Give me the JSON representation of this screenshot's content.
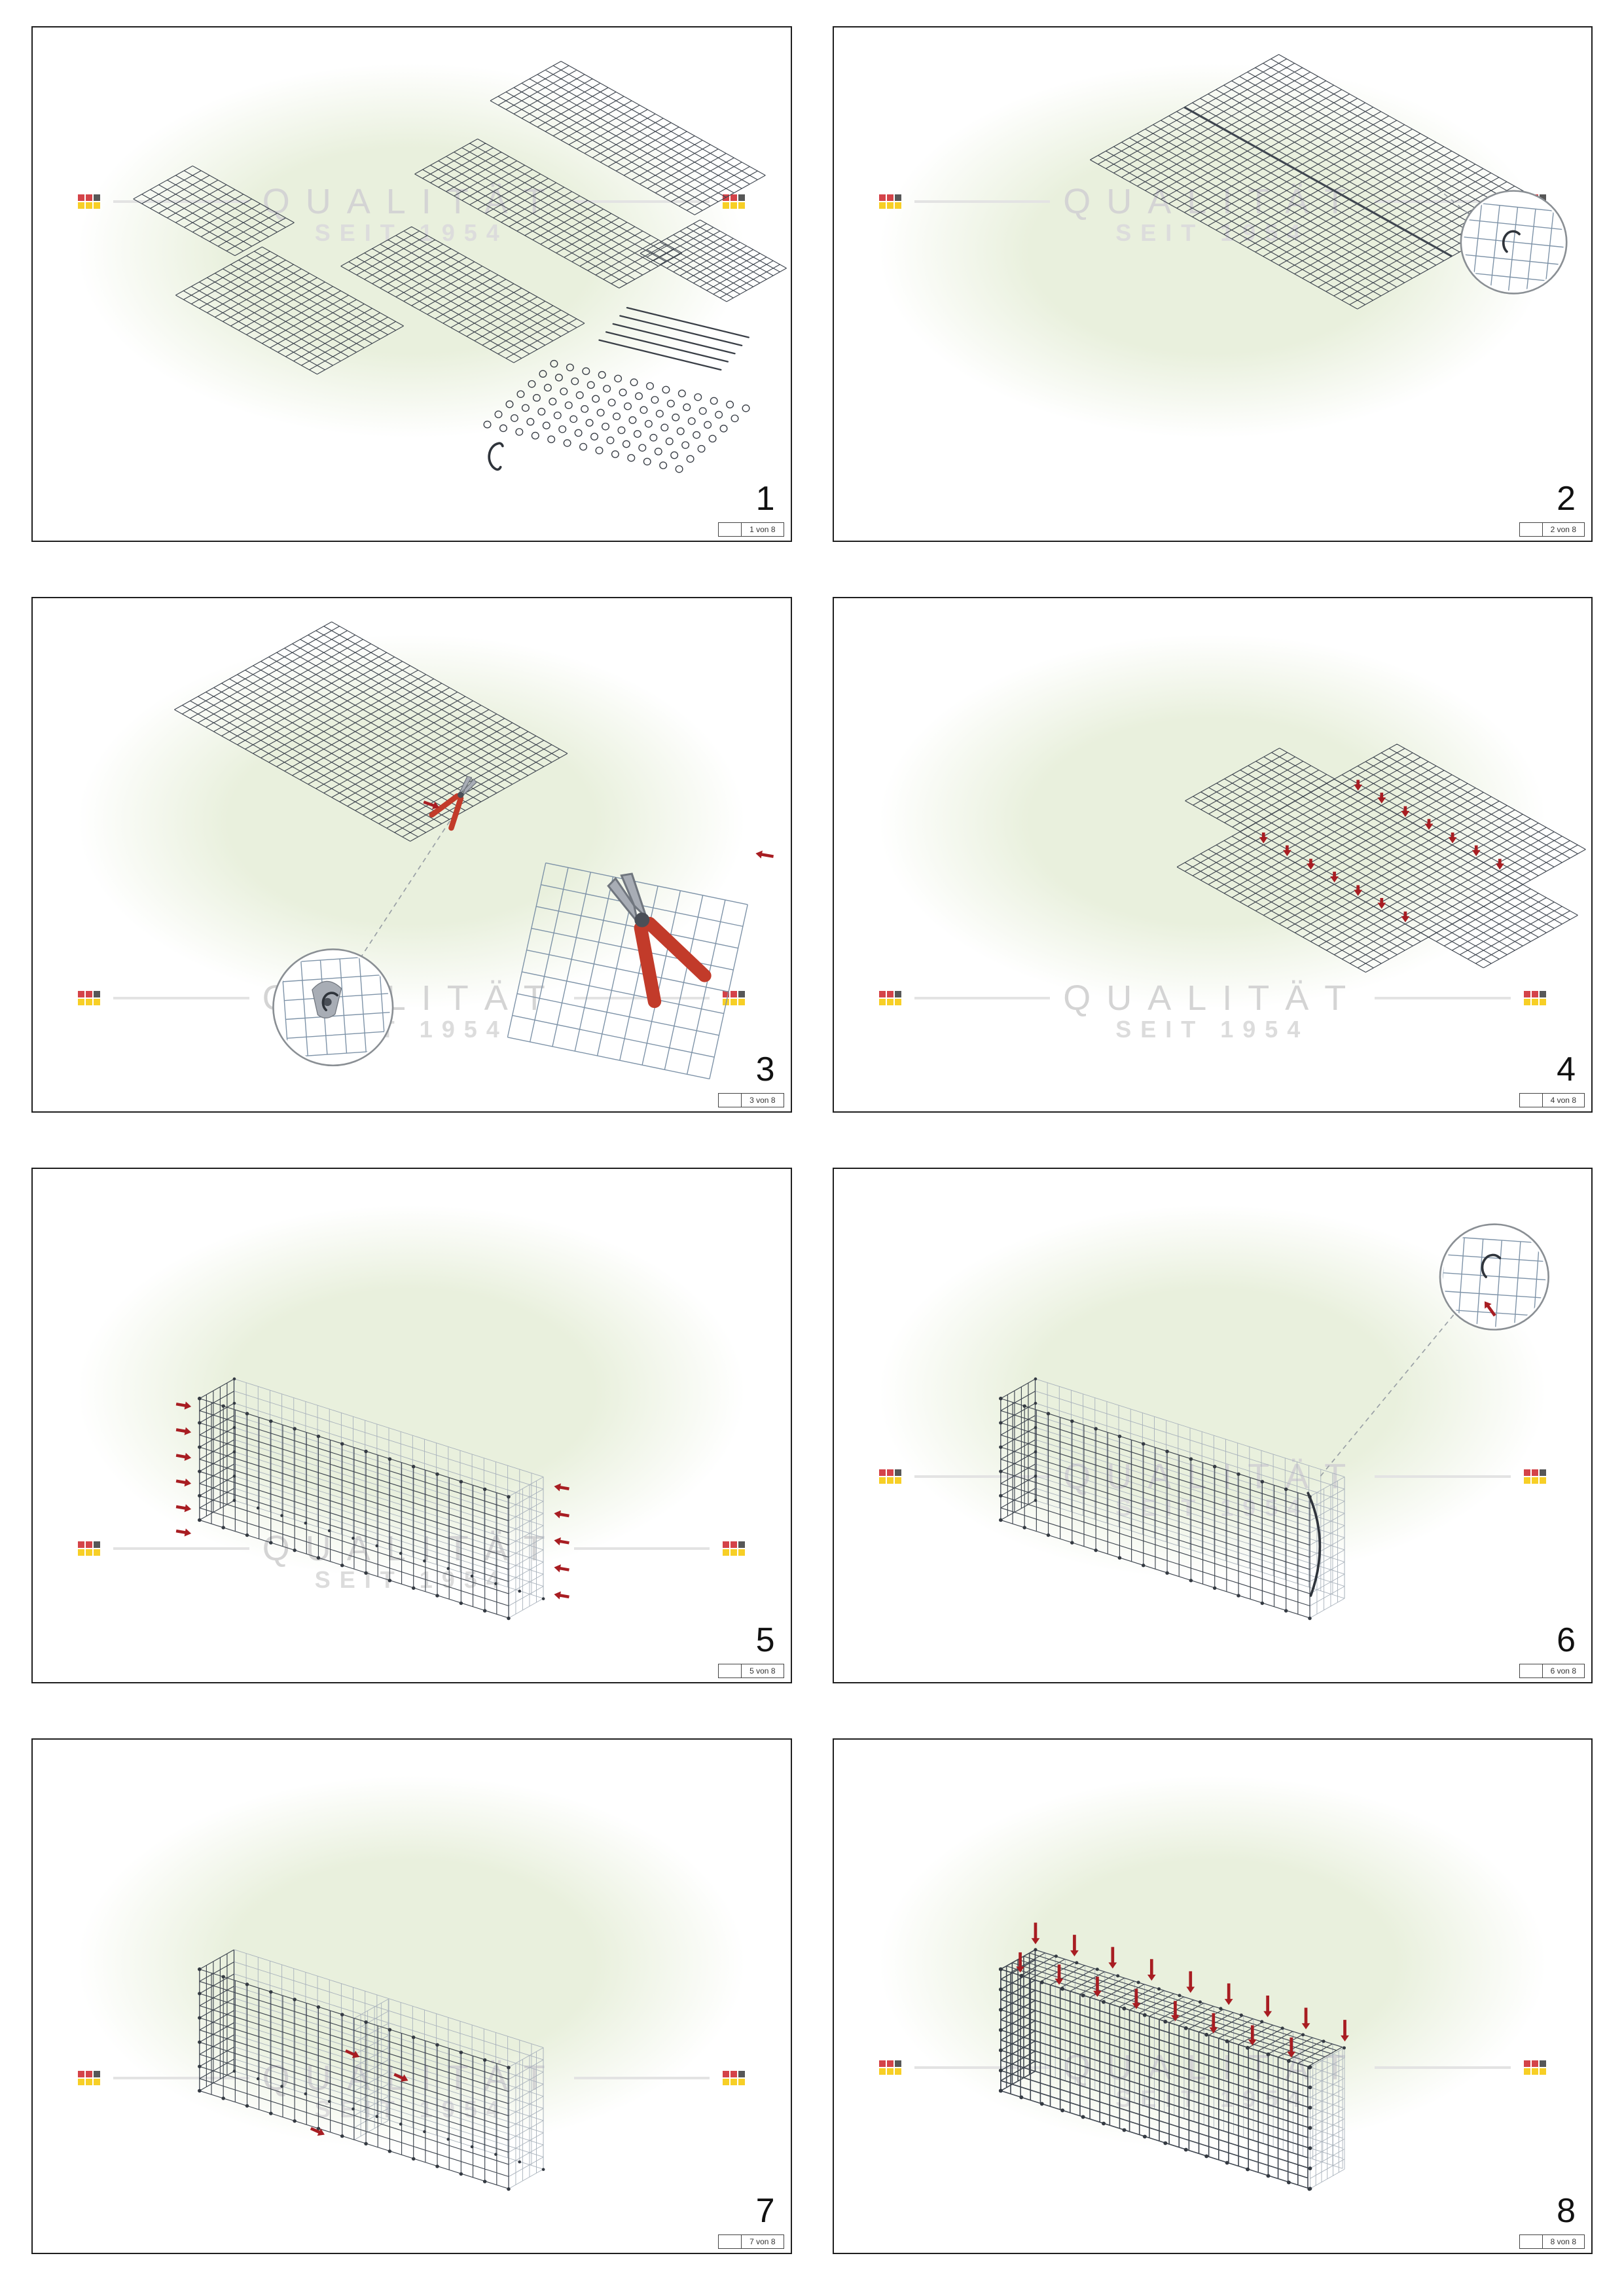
{
  "watermark": {
    "title": "QUALITÄT",
    "subtitle": "SEIT 1954",
    "ellipse_color": "#e9f0dd",
    "text_color": "#d4d4d4",
    "logo_colors": [
      "#cc2229",
      "#cc2229",
      "#3a3a3a",
      "#f6c700",
      "#f6c700",
      "#f6c700"
    ]
  },
  "colors": {
    "mesh": "#3f4650",
    "mesh_light": "#7e93a8",
    "mesh_faint": "#a9b2bc",
    "arrow_red": "#a81d22",
    "tool_red": "#c23b2a",
    "tool_gray": "#a8adb5",
    "panel_border": "#1f1f1f",
    "caption_text": "#333333"
  },
  "panels": [
    {
      "number": "1",
      "caption": "1 von 8"
    },
    {
      "number": "2",
      "caption": "2 von 8"
    },
    {
      "number": "3",
      "caption": "3 von 8"
    },
    {
      "number": "4",
      "caption": "4 von 8"
    },
    {
      "number": "5",
      "caption": "5 von 8"
    },
    {
      "number": "6",
      "caption": "6 von 8"
    },
    {
      "number": "7",
      "caption": "7 von 8"
    },
    {
      "number": "8",
      "caption": "8 von 8"
    }
  ]
}
